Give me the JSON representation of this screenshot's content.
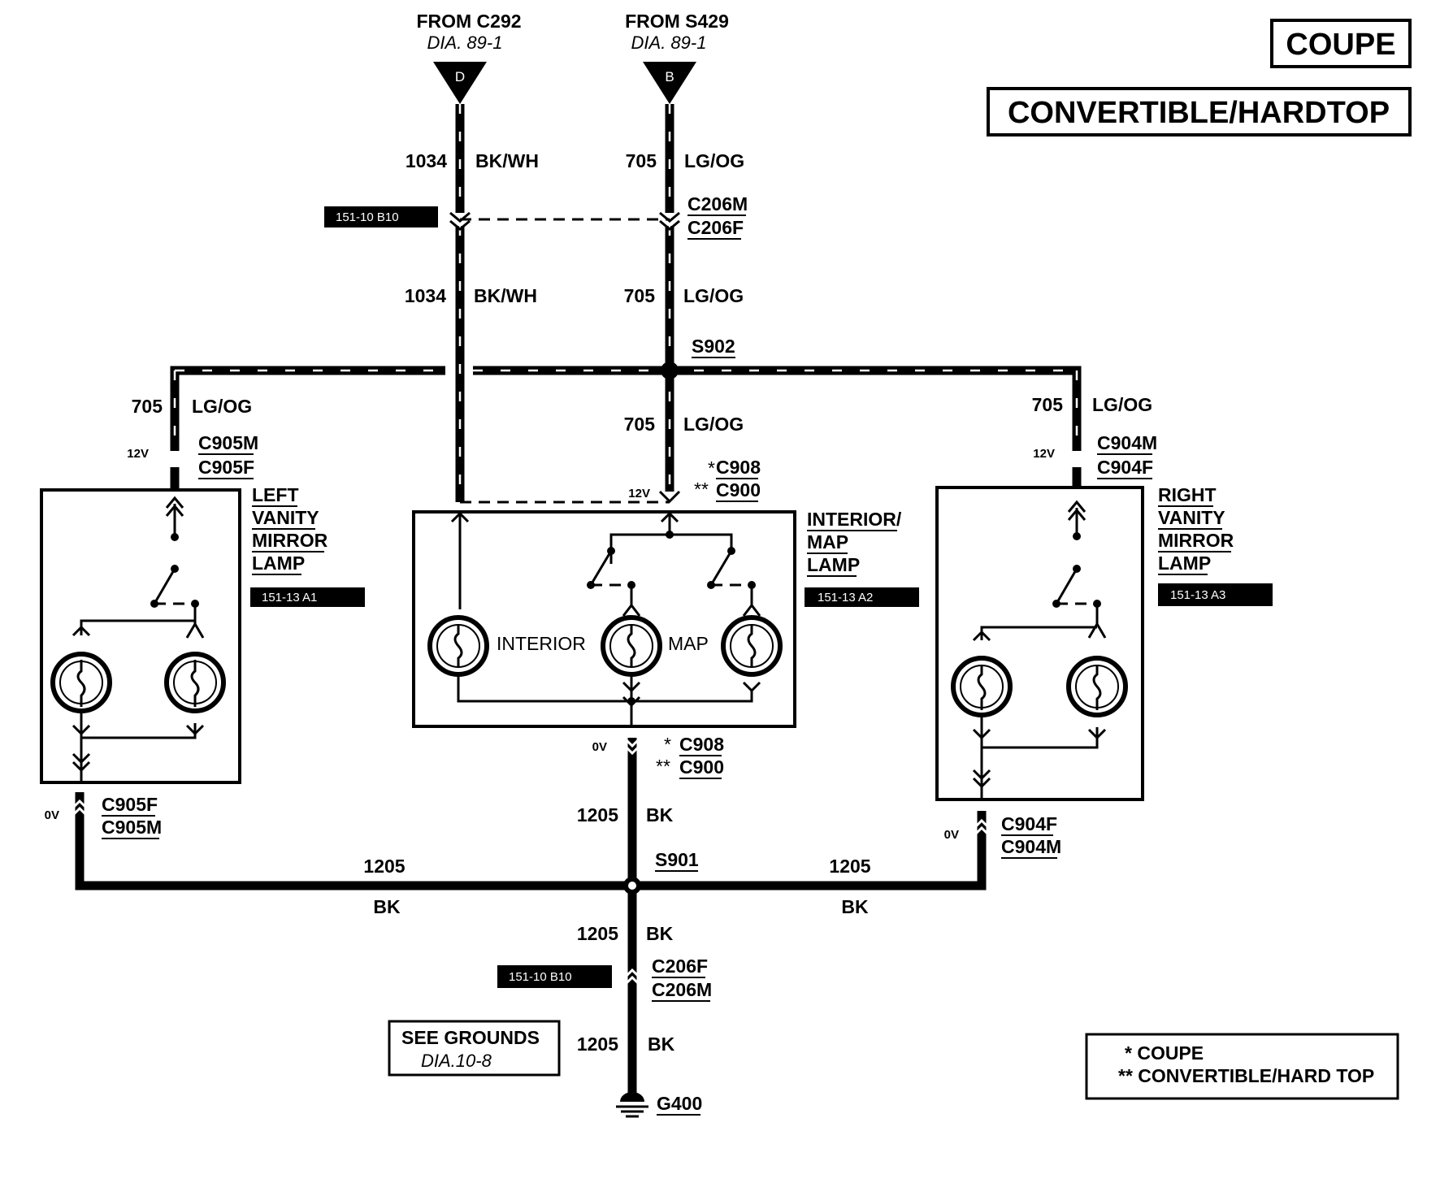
{
  "sources": [
    {
      "title": "FROM C292",
      "ref": "DIA. 89-1",
      "pin": "D"
    },
    {
      "title": "FROM S429",
      "ref": "DIA. 89-1",
      "pin": "B"
    }
  ],
  "tags": {
    "coupe": "COUPE",
    "convertible": "CONVERTIBLE/HARDTOP"
  },
  "wires": {
    "w1034": "1034",
    "bkwh": "BK/WH",
    "w705": "705",
    "lgog": "LG/OG",
    "w1205": "1205",
    "bk": "BK"
  },
  "connectors": {
    "c206m": "C206M",
    "c206f": "C206F",
    "s902": "S902",
    "s901": "S901",
    "c905m": "C905M",
    "c905f": "C905F",
    "c904m": "C904M",
    "c904f": "C904F",
    "c908": "C908",
    "c900": "C900",
    "star1": "*",
    "star2": "**",
    "g400": "G400"
  },
  "voltages": {
    "v12": "12V",
    "v0": "0V"
  },
  "refs": {
    "r151_10_b10": "151-10 B10",
    "r151_13_a1": "151-13 A1",
    "r151_13_a2": "151-13 A2",
    "r151_13_a3": "151-13 A3"
  },
  "components": {
    "left": [
      "LEFT",
      "VANITY",
      "MIRROR",
      "LAMP"
    ],
    "center": [
      "INTERIOR/",
      "MAP",
      "LAMP"
    ],
    "right": [
      "RIGHT",
      "VANITY",
      "MIRROR",
      "LAMP"
    ],
    "bulb_interior": "INTERIOR",
    "bulb_map": "MAP"
  },
  "grounds": {
    "title": "SEE GROUNDS",
    "ref": "DIA.10-8"
  },
  "legend": {
    "line1": "* COUPE",
    "line2": "** CONVERTIBLE/HARD TOP"
  }
}
